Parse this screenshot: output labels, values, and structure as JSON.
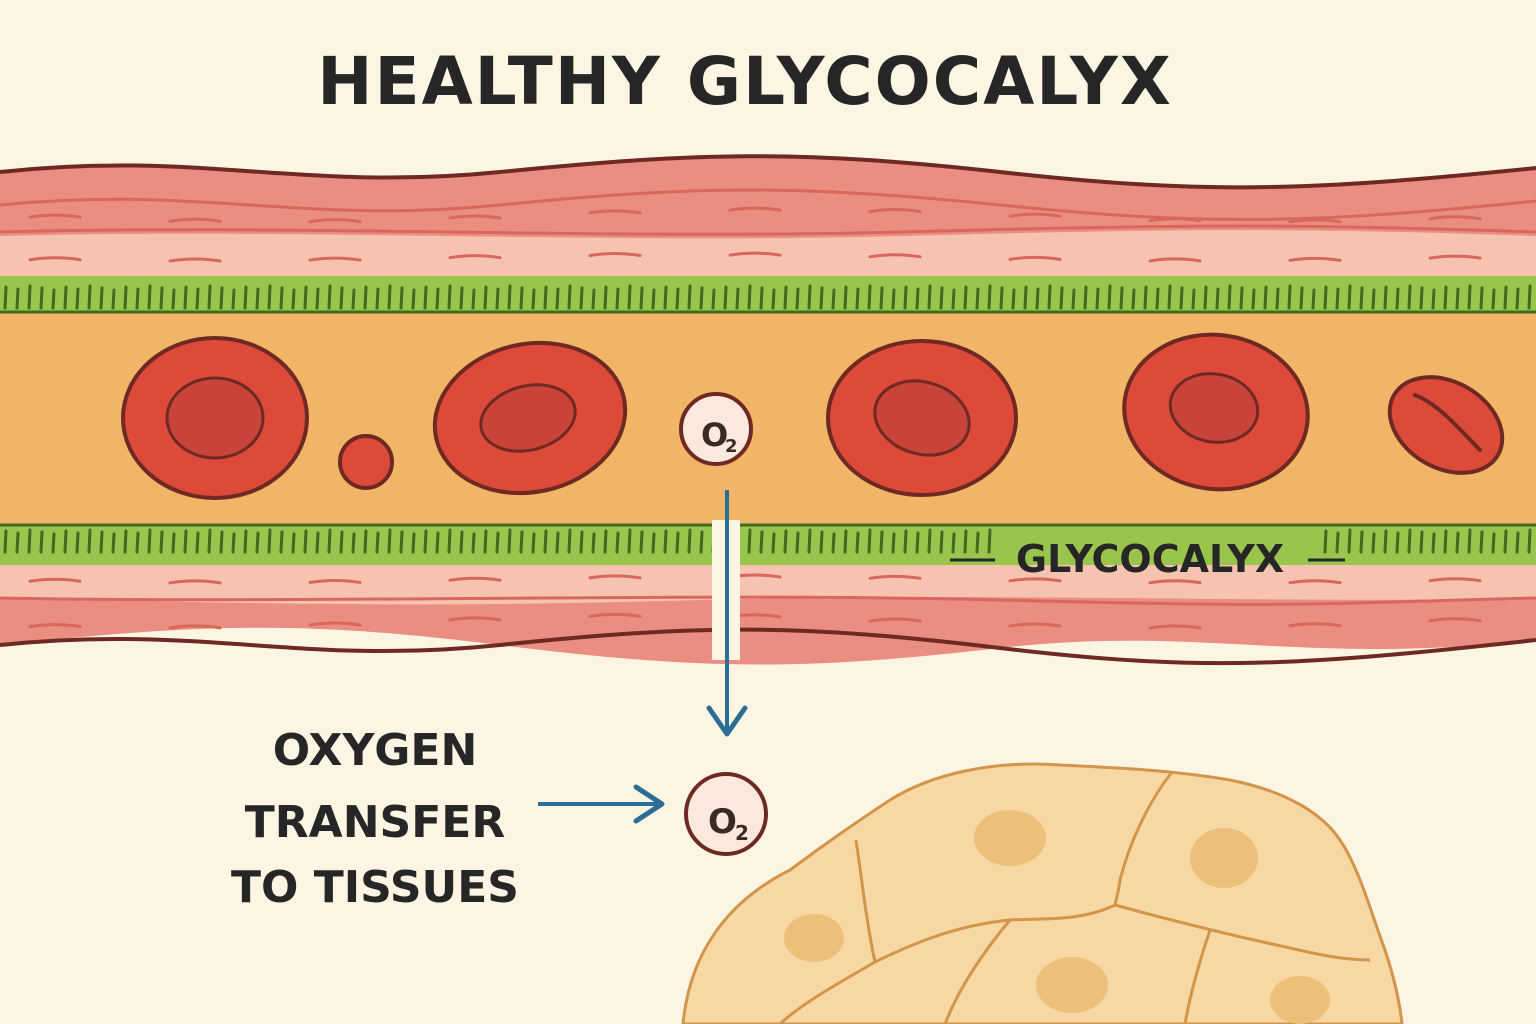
{
  "title": "HEALTHY GLYCOCALYX",
  "glycocalyx_label": "GLYCOCALYX",
  "oxygen_label": {
    "line1": "OXYGEN",
    "line2": "TRANSFER",
    "line3": "TO TISSUES"
  },
  "o2_symbol": {
    "main": "O",
    "sub": "2"
  },
  "colors": {
    "background": "#fcf5e4",
    "vessel_wall": "#e98e80",
    "vessel_wall_dark": "#d9675c",
    "vessel_wall_light": "#f6c3b0",
    "glycocalyx": "#9ac54c",
    "glycocalyx_dark": "#3f6b1e",
    "plasma": "#f2b466",
    "red_blood_cell": "#de4a3a",
    "red_blood_cell_center": "#c8433a",
    "outline": "#6e2a22",
    "arrow": "#2a6e96",
    "tissue": "#f7d7a3",
    "tissue_outline": "#d2954a",
    "tissue_nucleus": "#edc07a"
  }
}
